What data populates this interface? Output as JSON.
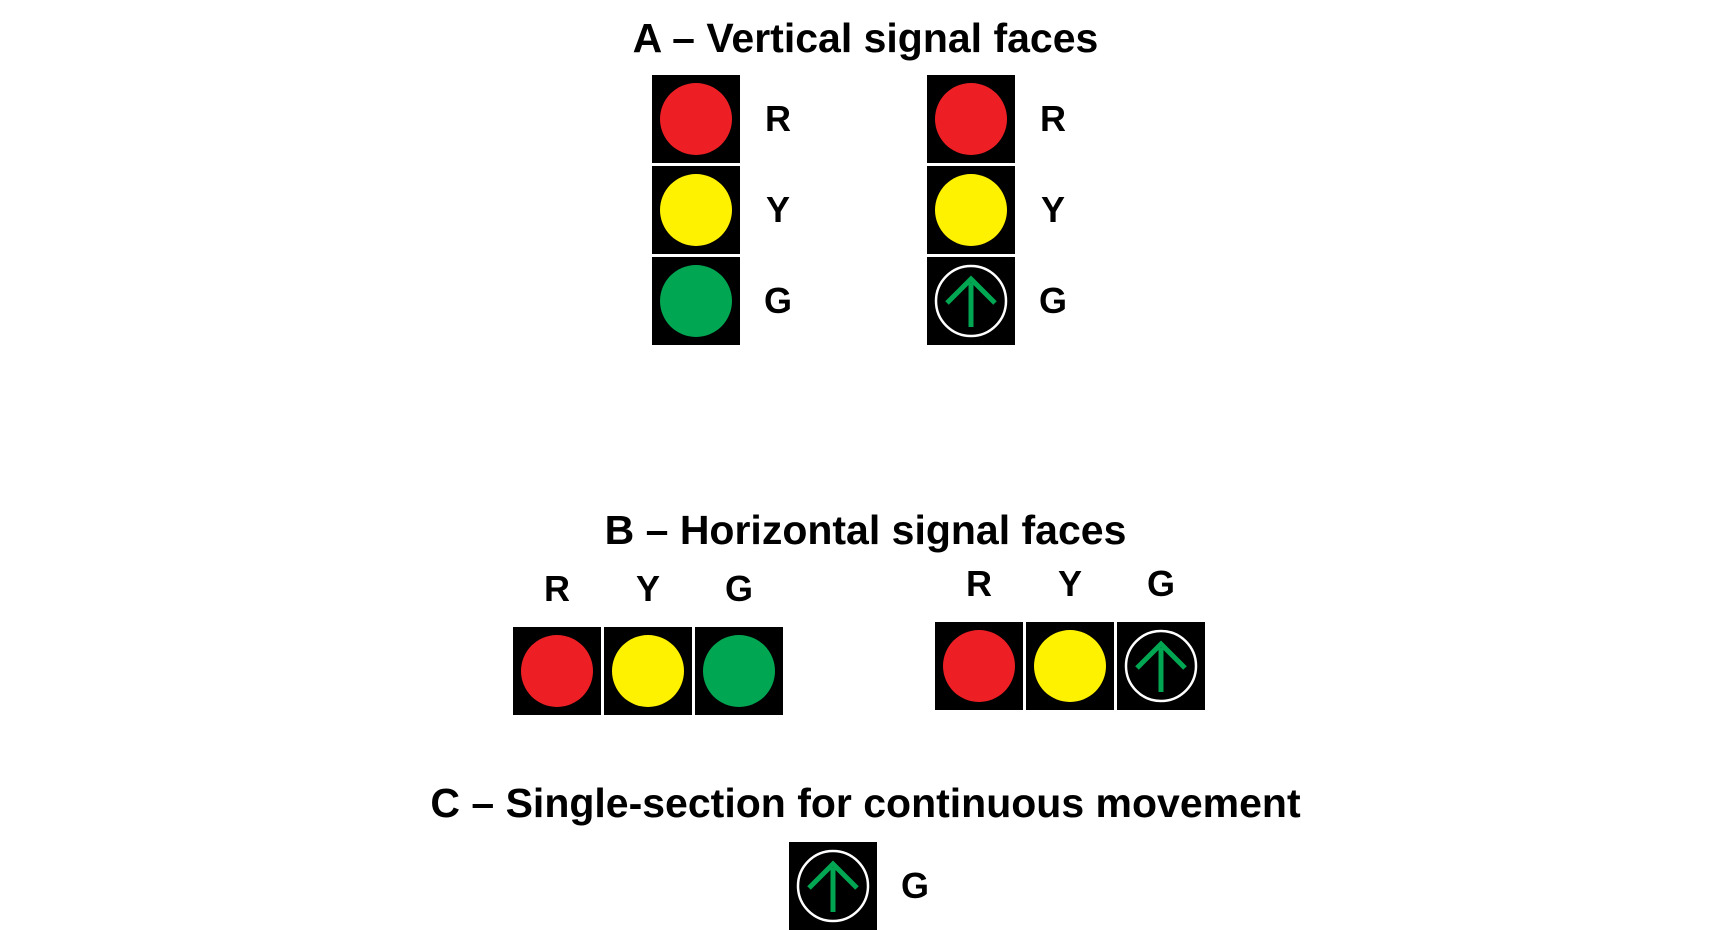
{
  "colors": {
    "red": "#ee1f24",
    "yellow": "#fff200",
    "green": "#00a651",
    "housing": "#000000",
    "arrow": "#00a651",
    "arrow_ring": "#ffffff"
  },
  "sections": {
    "a": {
      "title": "A – Vertical signal faces",
      "face1": {
        "labels": [
          "R",
          "Y",
          "G"
        ],
        "lamps": [
          "red",
          "yellow",
          "green"
        ]
      },
      "face2": {
        "labels": [
          "R",
          "Y",
          "G"
        ],
        "lamps": [
          "red",
          "yellow",
          "green-arrow-up"
        ]
      }
    },
    "b": {
      "title": "B – Horizontal signal faces",
      "face1": {
        "labels": [
          "R",
          "Y",
          "G"
        ],
        "lamps": [
          "red",
          "yellow",
          "green"
        ]
      },
      "face2": {
        "labels": [
          "R",
          "Y",
          "G"
        ],
        "lamps": [
          "red",
          "yellow",
          "green-arrow-up"
        ]
      }
    },
    "c": {
      "title": "C – Single-section for continuous movement",
      "face1": {
        "labels": [
          "G"
        ],
        "lamps": [
          "green-arrow-up"
        ]
      }
    }
  }
}
